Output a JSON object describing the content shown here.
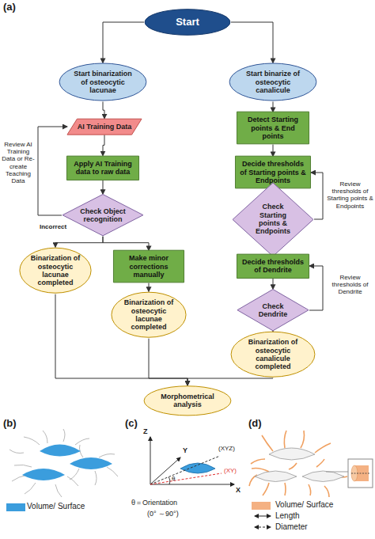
{
  "diagram": {
    "nodes": [
      {
        "text": [
          "Start"
        ]
      },
      {
        "text": [
          "Start binarization of osteocytic lacunae"
        ]
      },
      {
        "text": [
          "Start binarize of osteocytic canalicule"
        ]
      },
      {
        "text": [
          "AI Training Data"
        ]
      },
      {
        "text": [
          "Detect Starting points & End points"
        ]
      },
      {
        "text": [
          "Apply AI Training data to raw data"
        ]
      },
      {
        "text": [
          "Decide thresholds of Starting points & Endpoints"
        ]
      },
      {
        "text": [
          "Check Object recognition"
        ]
      },
      {
        "text": [
          "Check Starting points & Endpoints"
        ]
      },
      {
        "text": [
          "Binarization of osteocytic lacunae completed"
        ]
      },
      {
        "text": [
          "Make minor corrections manually"
        ]
      },
      {
        "text": [
          "Decide thresholds of Dendrite"
        ]
      },
      {
        "text": [
          "Binarization of osteocytic lacunae completed"
        ]
      },
      {
        "text": [
          "Check Dendrite"
        ]
      },
      {
        "text": [
          "Binarization of osteocytic canalicule completed"
        ]
      },
      {
        "text": [
          "Morphometrical analysis"
        ]
      }
    ],
    "edges": [
      {
        "from": 0,
        "to": 1,
        "arrow": "to"
      },
      {
        "from": 0,
        "to": 2,
        "arrow": "to"
      },
      {
        "from": 1,
        "to": 3,
        "arrow": "to"
      },
      {
        "from": 3,
        "to": 5,
        "arrow": "to"
      },
      {
        "from": 5,
        "to": 7,
        "arrow": "to"
      },
      {
        "from": 7,
        "to": 9,
        "arrow": "to"
      },
      {
        "from": 7,
        "to": 10,
        "arrow": "to"
      },
      {
        "from": 10,
        "to": 12,
        "arrow": "to"
      },
      {
        "from": 7,
        "to": 3,
        "arrow": "to"
      },
      {
        "from": 2,
        "to": 4,
        "arrow": "to"
      },
      {
        "from": 4,
        "to": 6,
        "arrow": "to"
      },
      {
        "from": 6,
        "to": 8,
        "arrow": "to"
      },
      {
        "from": 8,
        "to": 11,
        "arrow": "to"
      },
      {
        "from": 11,
        "to": 13,
        "arrow": "to"
      },
      {
        "from": 13,
        "to": 14,
        "arrow": "to"
      },
      {
        "from": 8,
        "to": 6,
        "arrow": "to"
      },
      {
        "from": 13,
        "to": 11,
        "arrow": "to"
      },
      {
        "from": 9,
        "to": 15,
        "arrow": "to"
      },
      {
        "from": 12,
        "to": 15,
        "arrow": "to"
      },
      {
        "from": 14,
        "to": 15,
        "arrow": "to"
      }
    ],
    "labels": [
      "(a)",
      "Review AI Training Data or Re-create Teaching Data",
      "Incorrect",
      "Review thresholds of Starting points & Endpoints",
      "Review thresholds of Dendrite",
      "(b)",
      "(c)",
      "(d)",
      "Z",
      "Y",
      "X",
      "(XYZ)",
      "(XY)",
      "θ",
      "θ＝Orientation",
      "(0° ～90°)"
    ],
    "legend": [
      {
        "text": "Volume/ Surface",
        "color": "#3b9ddd"
      },
      {
        "text": "Volume/ Surface",
        "color": "#f4b183"
      },
      {
        "text": "Length"
      },
      {
        "text": "Diameter"
      }
    ]
  }
}
